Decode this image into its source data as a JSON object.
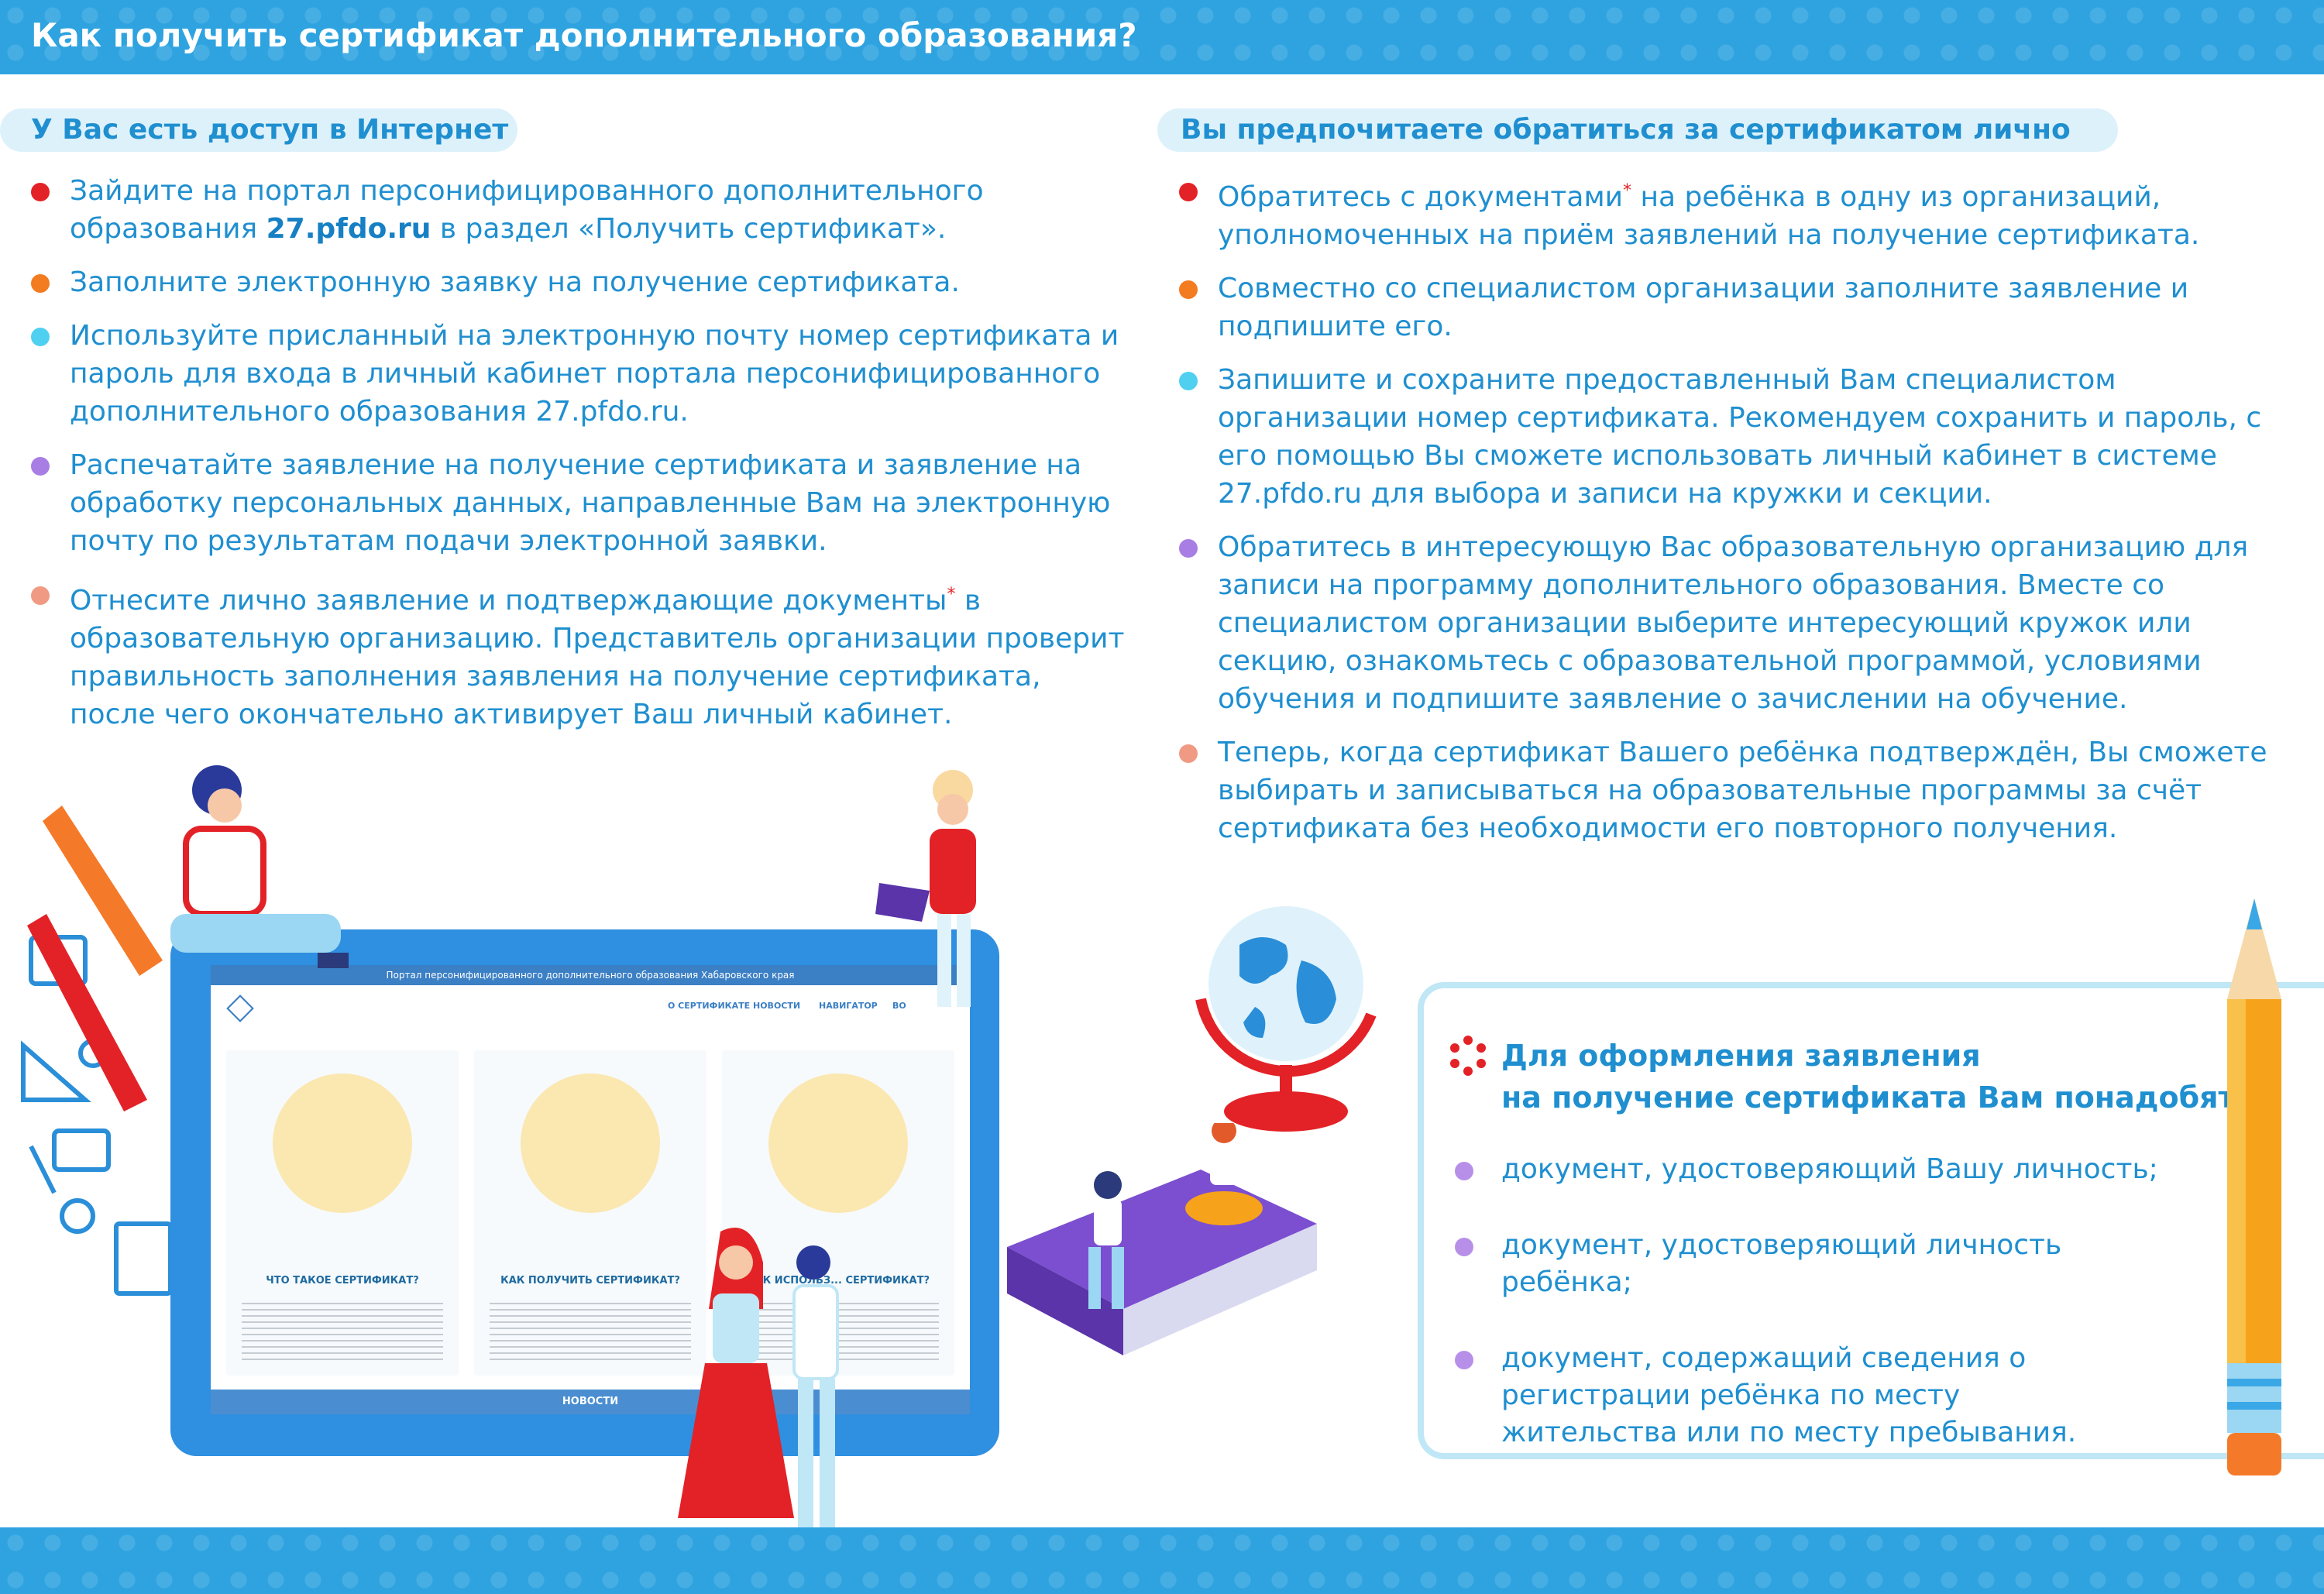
{
  "header": {
    "title": "Как получить сертификат дополнительного образования?"
  },
  "left": {
    "heading": "У Вас есть доступ в Интернет",
    "step1_pre": "Зайдите на портал персонифицированного дополнительного образования ",
    "step1_link": "27.pfdo.ru",
    "step1_post": " в раздел «Получить сертификат».",
    "step2": "Заполните электронную заявку на получение сертификата.",
    "step3": "Используйте присланный на электронную почту номер сертификата и пароль для входа в личный кабинет  портала персонифицированного дополнительного образования 27.pfdo.ru.",
    "step4": "Распечатайте заявление на получение сертификата и заявление на обработку персональных данных, направленные Вам на электронную почту по результатам подачи электронной заявки.",
    "step5_pre": "Отнесите лично заявление и подтверждающие документы",
    "step5_post": " в образовательную организацию. Представитель организации проверит правильность заполнения заявления на получение сертификата, после чего окончательно активирует Ваш личный кабинет."
  },
  "right": {
    "heading": "Вы предпочитаете обратиться за сертификатом лично",
    "step1_pre": "Обратитесь с документами",
    "step1_post": " на ребёнка в одну из организаций, уполномоченных на приём заявлений на получение сертификата.",
    "step2": "Совместно со специалистом организации заполните заявление и подпишите его.",
    "step3": "Запишите и сохраните предоставленный Вам специалистом организации номер сертификата. Рекомендуем сохранить и пароль, с его помощью Вы сможете использовать личный кабинет в системе 27.pfdo.ru для выбора и записи на кружки и секции.",
    "step4": "Обратитесь в интересующую Вас образовательную организацию для записи на программу дополнительного образования. Вместе со специалистом организации выберите интересующий кружок или секцию, ознакомьтесь с образовательной программой, условиями обучения и подпишите заявление о зачислении на обучение.",
    "step5": "Теперь, когда сертификат Вашего ребёнка подтверждён, Вы сможете выбирать и записываться на образовательные программы за счёт сертификата без необходимости его повторного получения."
  },
  "asterisk": "*",
  "documents": {
    "title_line1": "Для оформления заявления",
    "title_line2": "на получение сертификата Вам понадобятся:",
    "items": [
      "документ, удостоверяющий Вашу личность;",
      "документ, удостоверяющий личность ребёнка;",
      "документ, содержащий сведения о регистрации ребёнка по месту жительства или по месту пребывания."
    ]
  },
  "tablet": {
    "portal_title": "Портал персонифицированного дополнительного образования Хабаровского края",
    "nav": [
      "О СЕРТИФИКАТЕ",
      "НОВОСТИ",
      "НАВИГАТОР",
      "ВО"
    ],
    "cards": [
      "ЧТО ТАКОЕ СЕРТИФИКАТ?",
      "КАК ПОЛУЧИТЬ СЕРТИФИКАТ?",
      "КАК ИСПОЛЬЗ... СЕРТИФИКАТ?"
    ],
    "news": "НОВОСТИ"
  },
  "colors": {
    "accent": "#2ea3e0",
    "text": "#1f8fd0",
    "red": "#e32227",
    "orange": "#f37b20",
    "cyan": "#4fd0f0",
    "violet": "#a87ee4",
    "salmon": "#f09a83"
  }
}
